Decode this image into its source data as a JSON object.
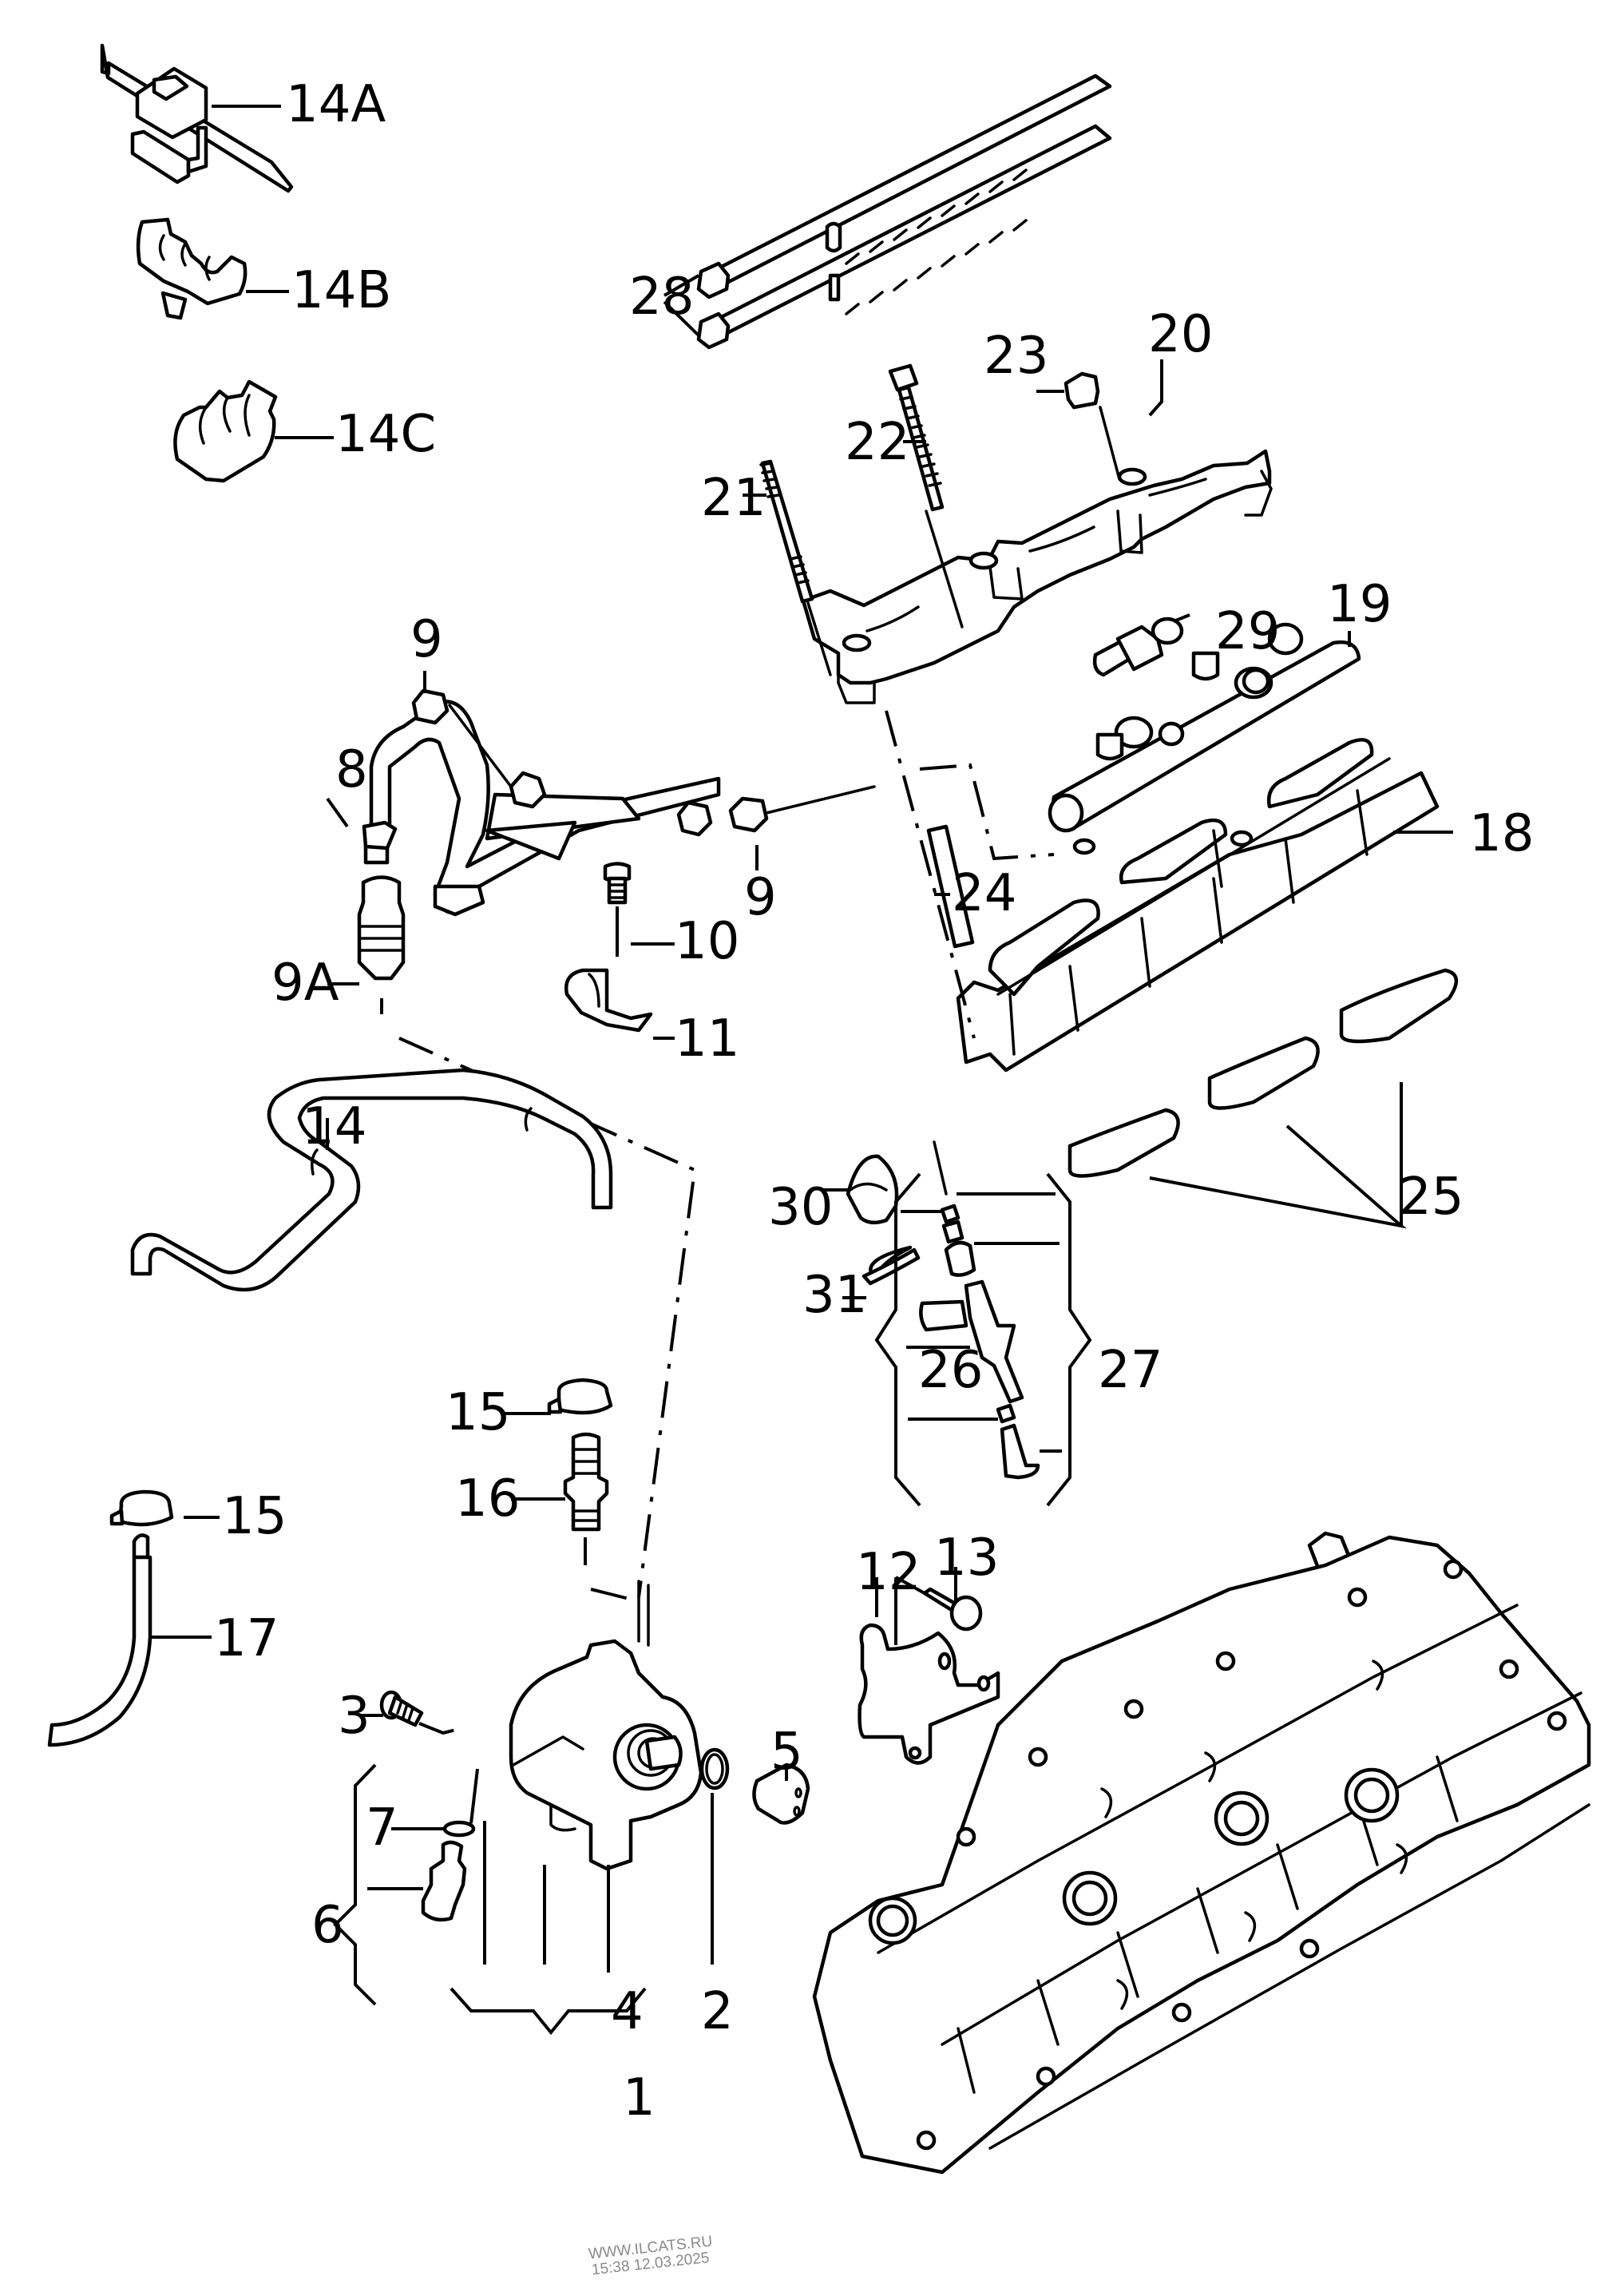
{
  "diagram": {
    "title": "Fuel system parts diagram",
    "callouts": {
      "c14A": "14A",
      "c14B": "14B",
      "c14C": "14C",
      "c28": "28",
      "c20": "20",
      "c23": "23",
      "c22": "22",
      "c21": "21",
      "c29": "29",
      "c19": "19",
      "c18": "18",
      "c9_top": "9",
      "c8": "8",
      "c9_right": "9",
      "c9A": "9A",
      "c10": "10",
      "c11": "11",
      "c24": "24",
      "c25": "25",
      "c14": "14",
      "c30": "30",
      "c31": "31",
      "c26": "26",
      "c27": "27",
      "c15_right": "15",
      "c15_left": "15",
      "c16": "16",
      "c17": "17",
      "c12": "12",
      "c13": "13",
      "c3": "3",
      "c5": "5",
      "c7": "7",
      "c6": "6",
      "c4": "4",
      "c2": "2",
      "c1": "1"
    },
    "parts": [
      {
        "id": "14A",
        "icon": "cable-tie-clip-icon"
      },
      {
        "id": "14B",
        "icon": "double-pipe-clip-icon"
      },
      {
        "id": "14C",
        "icon": "pipe-clip-icon"
      },
      {
        "id": "28",
        "icon": "cable-ties-icon"
      },
      {
        "id": "20",
        "icon": "fuel-rail-bracket-icon"
      },
      {
        "id": "21",
        "icon": "stud-icon"
      },
      {
        "id": "22",
        "icon": "bolt-icon"
      },
      {
        "id": "23",
        "icon": "nut-icon"
      },
      {
        "id": "19",
        "icon": "fuel-rail-icon"
      },
      {
        "id": "29",
        "icon": "pressure-sensor-icon"
      },
      {
        "id": "18",
        "icon": "intake-manifold-icon"
      },
      {
        "id": "24",
        "icon": "sleeve-icon"
      },
      {
        "id": "25",
        "icon": "gasket-icon"
      },
      {
        "id": "8",
        "icon": "high-pressure-line-icon"
      },
      {
        "id": "9",
        "icon": "union-nut-icon"
      },
      {
        "id": "9A",
        "icon": "adapter-fitting-icon"
      },
      {
        "id": "10",
        "icon": "screw-icon"
      },
      {
        "id": "11",
        "icon": "clamp-icon"
      },
      {
        "id": "14",
        "icon": "fuel-hose-icon"
      },
      {
        "id": "15",
        "icon": "hose-clamp-icon"
      },
      {
        "id": "16",
        "icon": "connector-icon"
      },
      {
        "id": "17",
        "icon": "fuel-line-icon"
      },
      {
        "id": "26",
        "icon": "injector-seal-kit-icon"
      },
      {
        "id": "27",
        "icon": "injector-repair-kit-icon"
      },
      {
        "id": "30",
        "icon": "cap-icon"
      },
      {
        "id": "31",
        "icon": "retaining-clip-icon"
      },
      {
        "id": "12",
        "icon": "bracket-icon"
      },
      {
        "id": "13",
        "icon": "torx-bolt-icon"
      },
      {
        "id": "1",
        "icon": "high-pressure-pump-icon"
      },
      {
        "id": "2",
        "icon": "o-ring-icon"
      },
      {
        "id": "3",
        "icon": "bolt-icon"
      },
      {
        "id": "4",
        "icon": "pump-body-icon"
      },
      {
        "id": "5",
        "icon": "roller-tappet-icon"
      },
      {
        "id": "6",
        "icon": "pressure-relief-valve-kit-icon"
      },
      {
        "id": "7",
        "icon": "seal-ring-icon"
      }
    ]
  },
  "watermark": {
    "line1": "WWW.ILCATS.RU",
    "line2": "15:38 12.03.2025"
  }
}
